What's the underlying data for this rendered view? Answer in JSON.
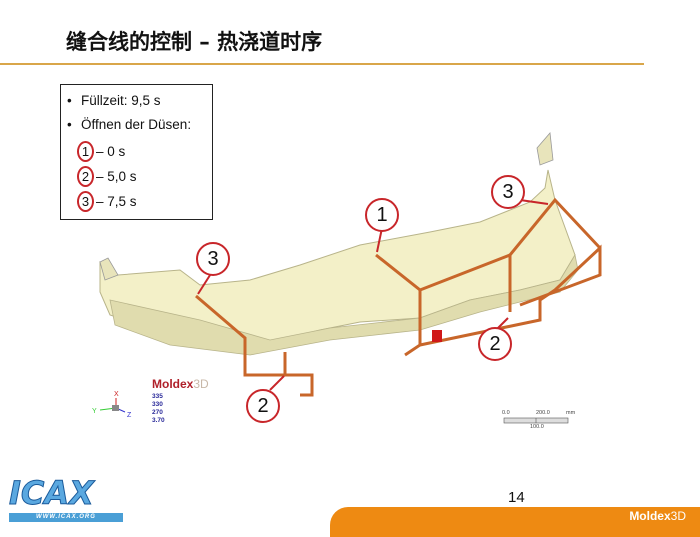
{
  "title": "缝合线的控制 – 热浇道时序",
  "info": {
    "fill_time": "Füllzeit: 9,5 s",
    "opening": "Öffnen der Düsen:",
    "gates": [
      {
        "num": "1",
        "time": "– 0 s"
      },
      {
        "num": "2",
        "time": "– 5,0 s"
      },
      {
        "num": "3",
        "time": "– 7,5 s"
      }
    ],
    "bullet": "•"
  },
  "callouts": {
    "c1": "1",
    "c2a": "2",
    "c2b": "2",
    "c3a": "3",
    "c3b": "3"
  },
  "axes": {
    "x": "X",
    "y": "Y",
    "z": "Z"
  },
  "moldex_label": {
    "a": "Moldex",
    "b": "3D"
  },
  "legend_values": [
    "335",
    "330",
    "270",
    "3.70"
  ],
  "scale": {
    "start": "0.0",
    "end": "200.0",
    "unit": "mm",
    "mid": "100.0"
  },
  "page_number": "14",
  "footer_brand": {
    "a": "Moldex",
    "b": "3D"
  },
  "logo": {
    "text": "ICAX",
    "url": "WWW.ICAX.ORG"
  },
  "colors": {
    "accent": "#ee8a12",
    "callout": "#c8262a",
    "runner": "#c8662a",
    "part": "#f3f0c8"
  }
}
